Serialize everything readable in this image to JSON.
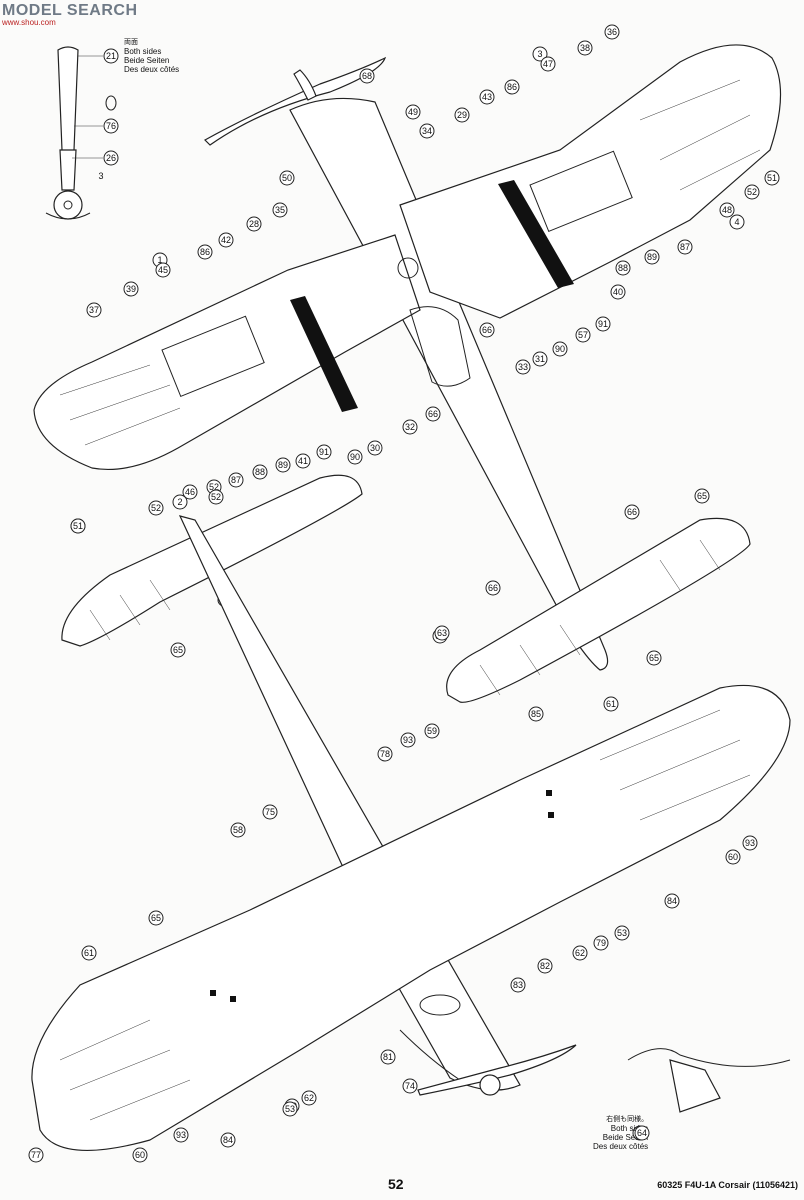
{
  "watermark": {
    "brand": "MODEL SEARCH",
    "url": "www.shou.com"
  },
  "legend_top": {
    "cjk": "両面",
    "en": "Both sides",
    "de": "Beide Seiten",
    "fr": "Des deux côtés"
  },
  "legend_bottom": {
    "cjk": "右側も同様。",
    "en": "Both sides",
    "de": "Beide Seiten",
    "fr": "Des deux côtés"
  },
  "footer": {
    "page_number": "52",
    "title": "60325  F4U-1A Corsair (11056421)"
  },
  "callouts": {
    "prop": [
      "21",
      "76",
      "26"
    ],
    "upper": [
      "68",
      "49",
      "34",
      "29",
      "43",
      "86",
      "3",
      "47",
      "38",
      "36",
      "50",
      "35",
      "28",
      "42",
      "86",
      "1",
      "45",
      "39",
      "37",
      "52",
      "51",
      "52",
      "48",
      "4",
      "87",
      "89",
      "88",
      "40",
      "91",
      "90",
      "57",
      "31",
      "33",
      "66",
      "51",
      "30",
      "32",
      "66",
      "90",
      "91",
      "41",
      "89",
      "88",
      "87",
      "52",
      "46",
      "2",
      "52",
      "51"
    ],
    "tail": [
      "65",
      "66",
      "66",
      "63",
      "65",
      "65",
      "63"
    ],
    "lower": [
      "85",
      "61",
      "78",
      "93",
      "59",
      "75",
      "58",
      "65",
      "61",
      "60",
      "93",
      "84",
      "53",
      "62",
      "79",
      "82",
      "83",
      "81",
      "74",
      "62",
      "79",
      "53",
      "84",
      "93",
      "60",
      "77",
      "64"
    ]
  }
}
